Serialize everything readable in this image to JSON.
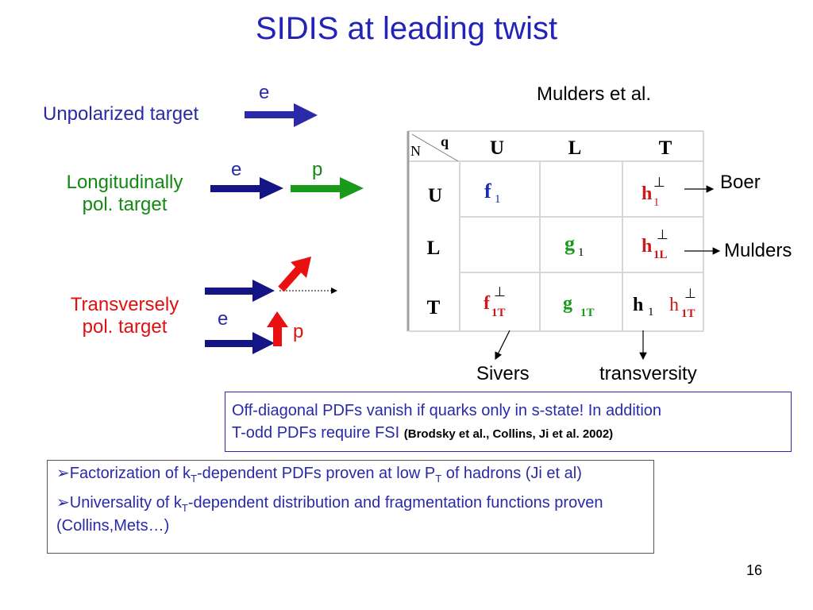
{
  "slide": {
    "title": "SIDIS at leading twist",
    "page_number": "16"
  },
  "targets": {
    "unpolarized": "Unpolarized target",
    "longitudinal_1": "Longitudinally",
    "longitudinal_2": "pol. target",
    "transverse_1": "Transversely",
    "transverse_2": "pol. target"
  },
  "arrow_labels": {
    "e": "e",
    "p": "p"
  },
  "colors": {
    "title": "#2323b8",
    "electron_arrow": "#2a2aa8",
    "dark_arrow": "#141485",
    "longitudinal_text": "#128a12",
    "proton_arrow_long": "#1a9a1a",
    "transverse_text": "#e01010",
    "spin_arrow": "#e81010"
  },
  "table": {
    "attribution": "Mulders et al.",
    "corner_row": "N",
    "corner_col": "q",
    "col_headers": [
      "U",
      "L",
      "T"
    ],
    "row_headers": [
      "U",
      "L",
      "T"
    ],
    "cells": {
      "f1": "f",
      "f1_sub": "1",
      "h1perp": "h",
      "h1perp_sub": "1",
      "g1": "g",
      "g1_sub": "1",
      "h1Lperp": "h",
      "h1Lperp_sub": "1L",
      "f1Tperp": "f",
      "f1Tperp_sub": "1T",
      "g1T": "g",
      "g1T_sub": "1T",
      "h1": "h",
      "h1_sub": "1",
      "h1Tperp": "h",
      "h1Tperp_sub": "1T",
      "perp": "⊥"
    },
    "side_labels": {
      "boer": "Boer",
      "mulders": "Mulders",
      "sivers": "Sivers",
      "transversity": "transversity"
    }
  },
  "note_box": {
    "line1": "Off-diagonal PDFs vanish if quarks only in s-state! In addition",
    "line2": "T-odd PDFs require FSI ",
    "citation": "(Brodsky et al., Collins, Ji et al. 2002)"
  },
  "bullets": {
    "marker": "➢",
    "b1_a": "Factorization of k",
    "b1_sub1": "T",
    "b1_b": "-dependent PDFs proven at low P",
    "b1_sub2": "T",
    "b1_c": " of hadrons (Ji et al)",
    "b2_a": "Universality of k",
    "b2_sub": "T",
    "b2_b": "-dependent distribution and fragmentation functions proven (Collins,Mets…)"
  }
}
